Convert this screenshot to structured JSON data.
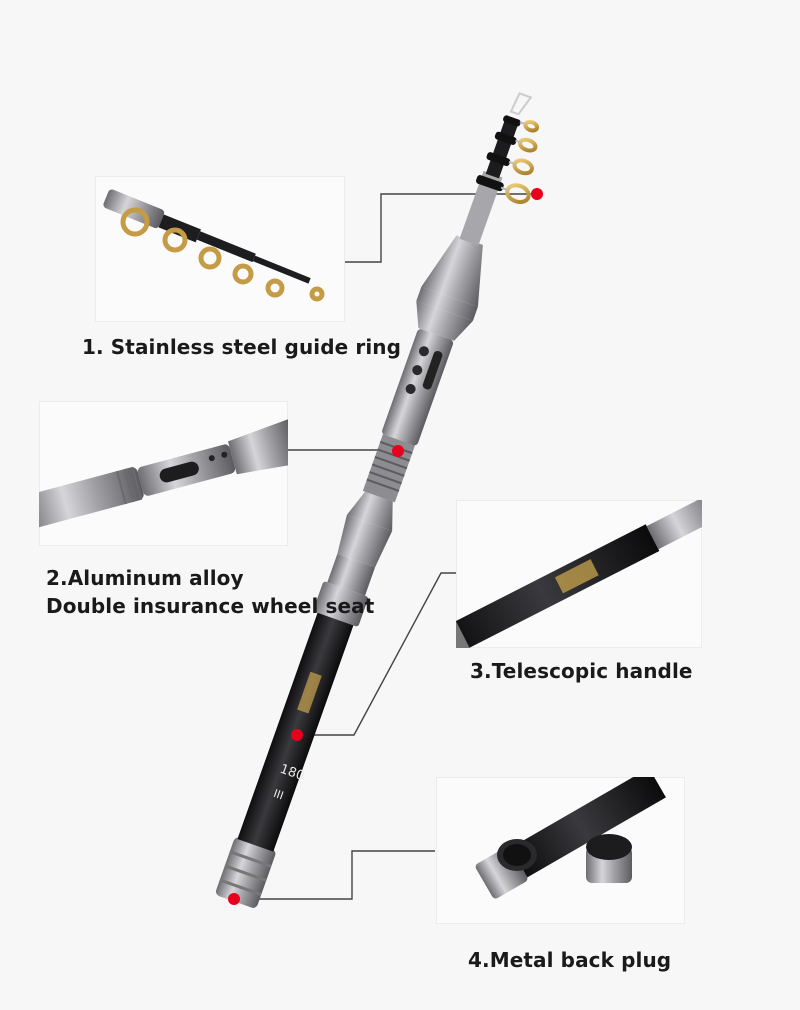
{
  "features": [
    {
      "label": "1. Stainless steel guide ring"
    },
    {
      "label_line1": "2.Aluminum alloy",
      "label_line2": "Double insurance wheel seat"
    },
    {
      "label": "3.Telescopic handle"
    },
    {
      "label": "4.Metal back plug"
    }
  ],
  "rod_markings": {
    "length": "180",
    "stripes": "III"
  },
  "colors": {
    "marker": "#e8001c",
    "leader_line": "#444444",
    "metal": "#9a9a9e",
    "carbon": "#1b1b1d"
  }
}
